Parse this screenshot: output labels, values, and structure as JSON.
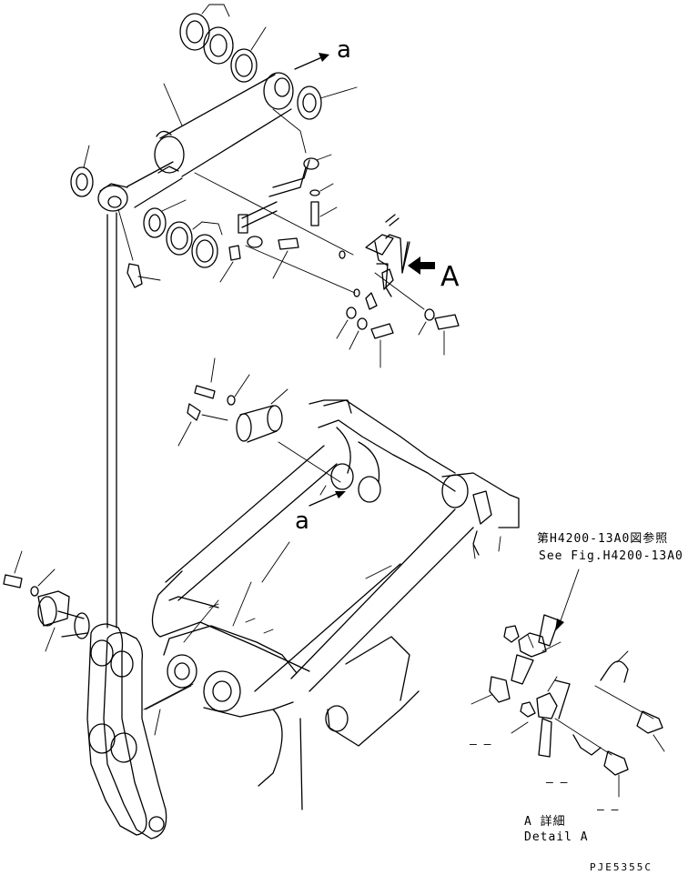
{
  "labels": {
    "ref_a_top": "a",
    "ref_a_mid": "a",
    "view_A": "A",
    "fig_ref_jp": "第H4200-13A0図参照",
    "fig_ref_en": "See Fig.H4200-13A0",
    "detail_jp": "A 詳細",
    "detail_en": "Detail A",
    "drawing_code": "PJE5355C",
    "blank_marks": [
      "–  –",
      "–  –",
      "–  –"
    ]
  }
}
